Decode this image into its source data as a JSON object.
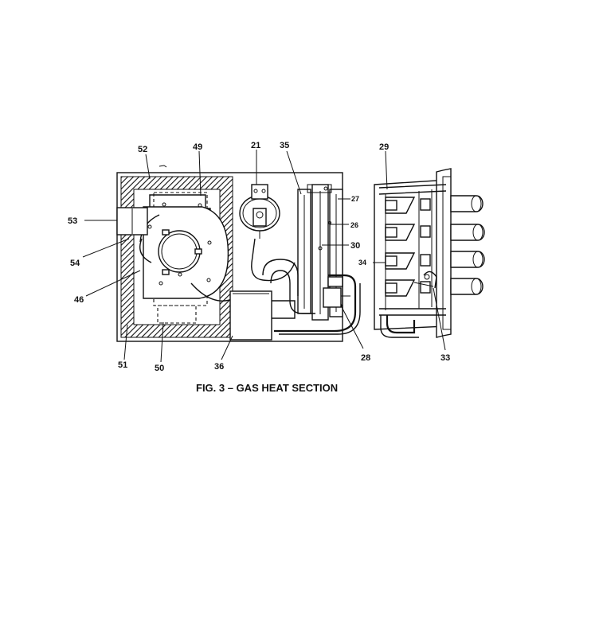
{
  "figure": {
    "caption": "FIG. 3 – GAS HEAT SECTION",
    "callouts": {
      "c21": "21",
      "c26": "26",
      "c27": "27",
      "c28": "28",
      "c29": "29",
      "c30": "30",
      "c33": "33",
      "c34": "34",
      "c35": "35",
      "c36": "36",
      "c46": "46",
      "c49": "49",
      "c50": "50",
      "c51": "51",
      "c52": "52",
      "c53": "53",
      "c54": "54"
    }
  }
}
